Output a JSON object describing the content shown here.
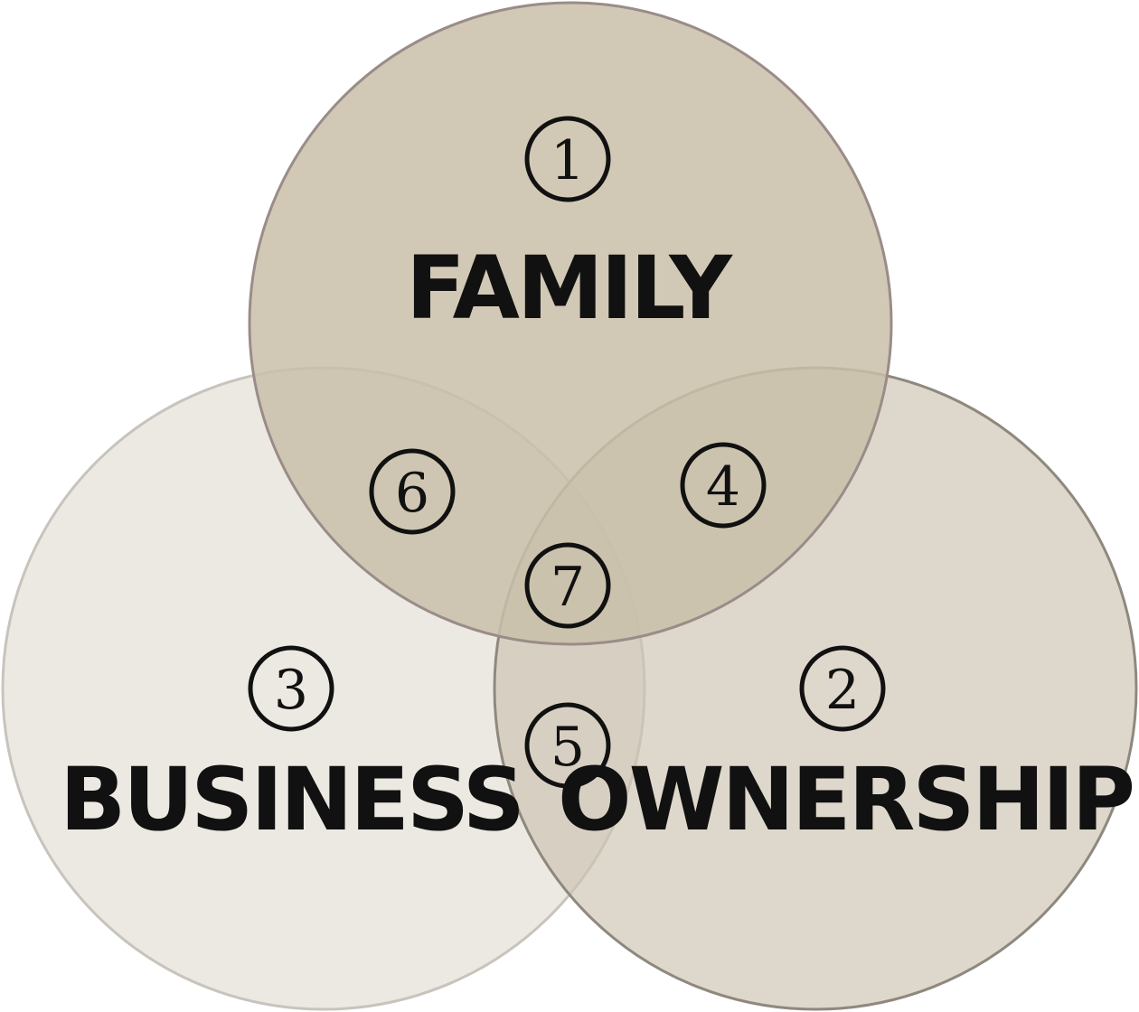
{
  "sets": {
    "family": {
      "label": "FAMILY",
      "number": "1",
      "fill": "#c9bfa9",
      "stroke": "#9a8c88"
    },
    "ownership": {
      "label": "OWNERSHIP",
      "number": "2",
      "fill": "#cdc3b0",
      "stroke": "#8f887e"
    },
    "business": {
      "label": "BUSINESS",
      "number": "3",
      "fill": "#e6e2d9",
      "stroke": "#c8c3bd"
    }
  },
  "intersections": {
    "family_ownership": {
      "number": "4"
    },
    "business_ownership": {
      "number": "5"
    },
    "family_business": {
      "number": "6"
    },
    "all": {
      "number": "7"
    }
  }
}
